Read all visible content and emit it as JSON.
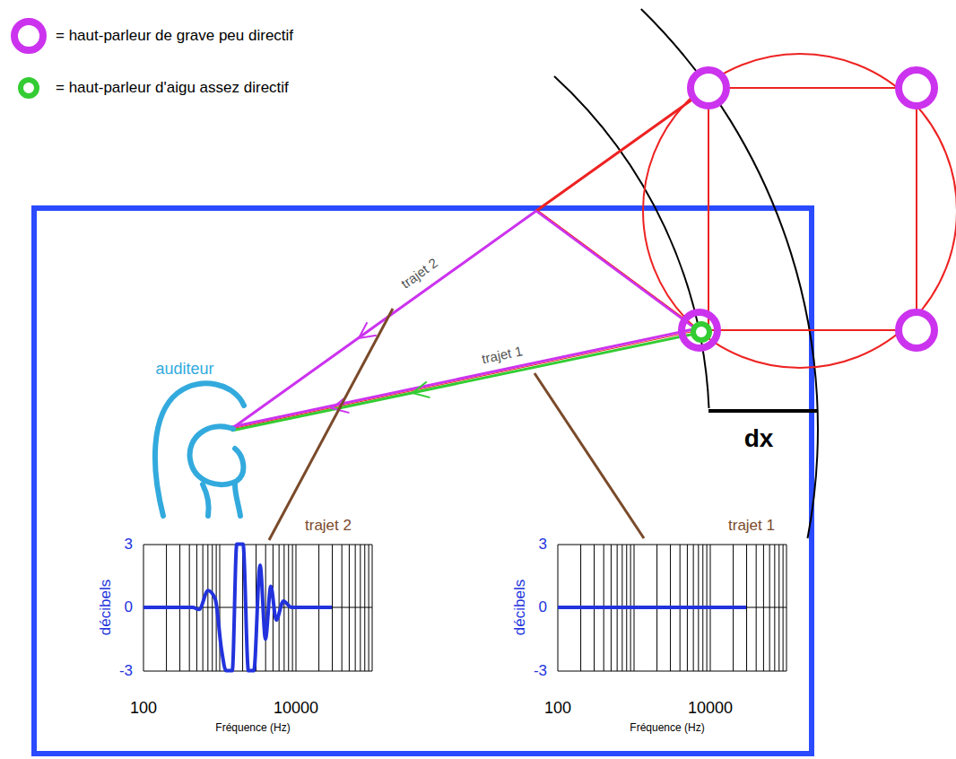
{
  "diagram": {
    "labels": [
      "auditeur",
      "trajet 2",
      "trajet 1",
      "dx",
      "trajet 2",
      "3",
      "0",
      "-3",
      "décibels",
      "100",
      "10000",
      "Fréquence (Hz)",
      "trajet 1",
      "3",
      "0",
      "-3",
      "décibels",
      "100",
      "10000",
      "Fréquence (Hz)"
    ],
    "legend": [
      {
        "text": "= haut-parleur de grave peu directif"
      },
      {
        "text": "= haut-parleur d'aigu assez directif"
      }
    ]
  }
}
